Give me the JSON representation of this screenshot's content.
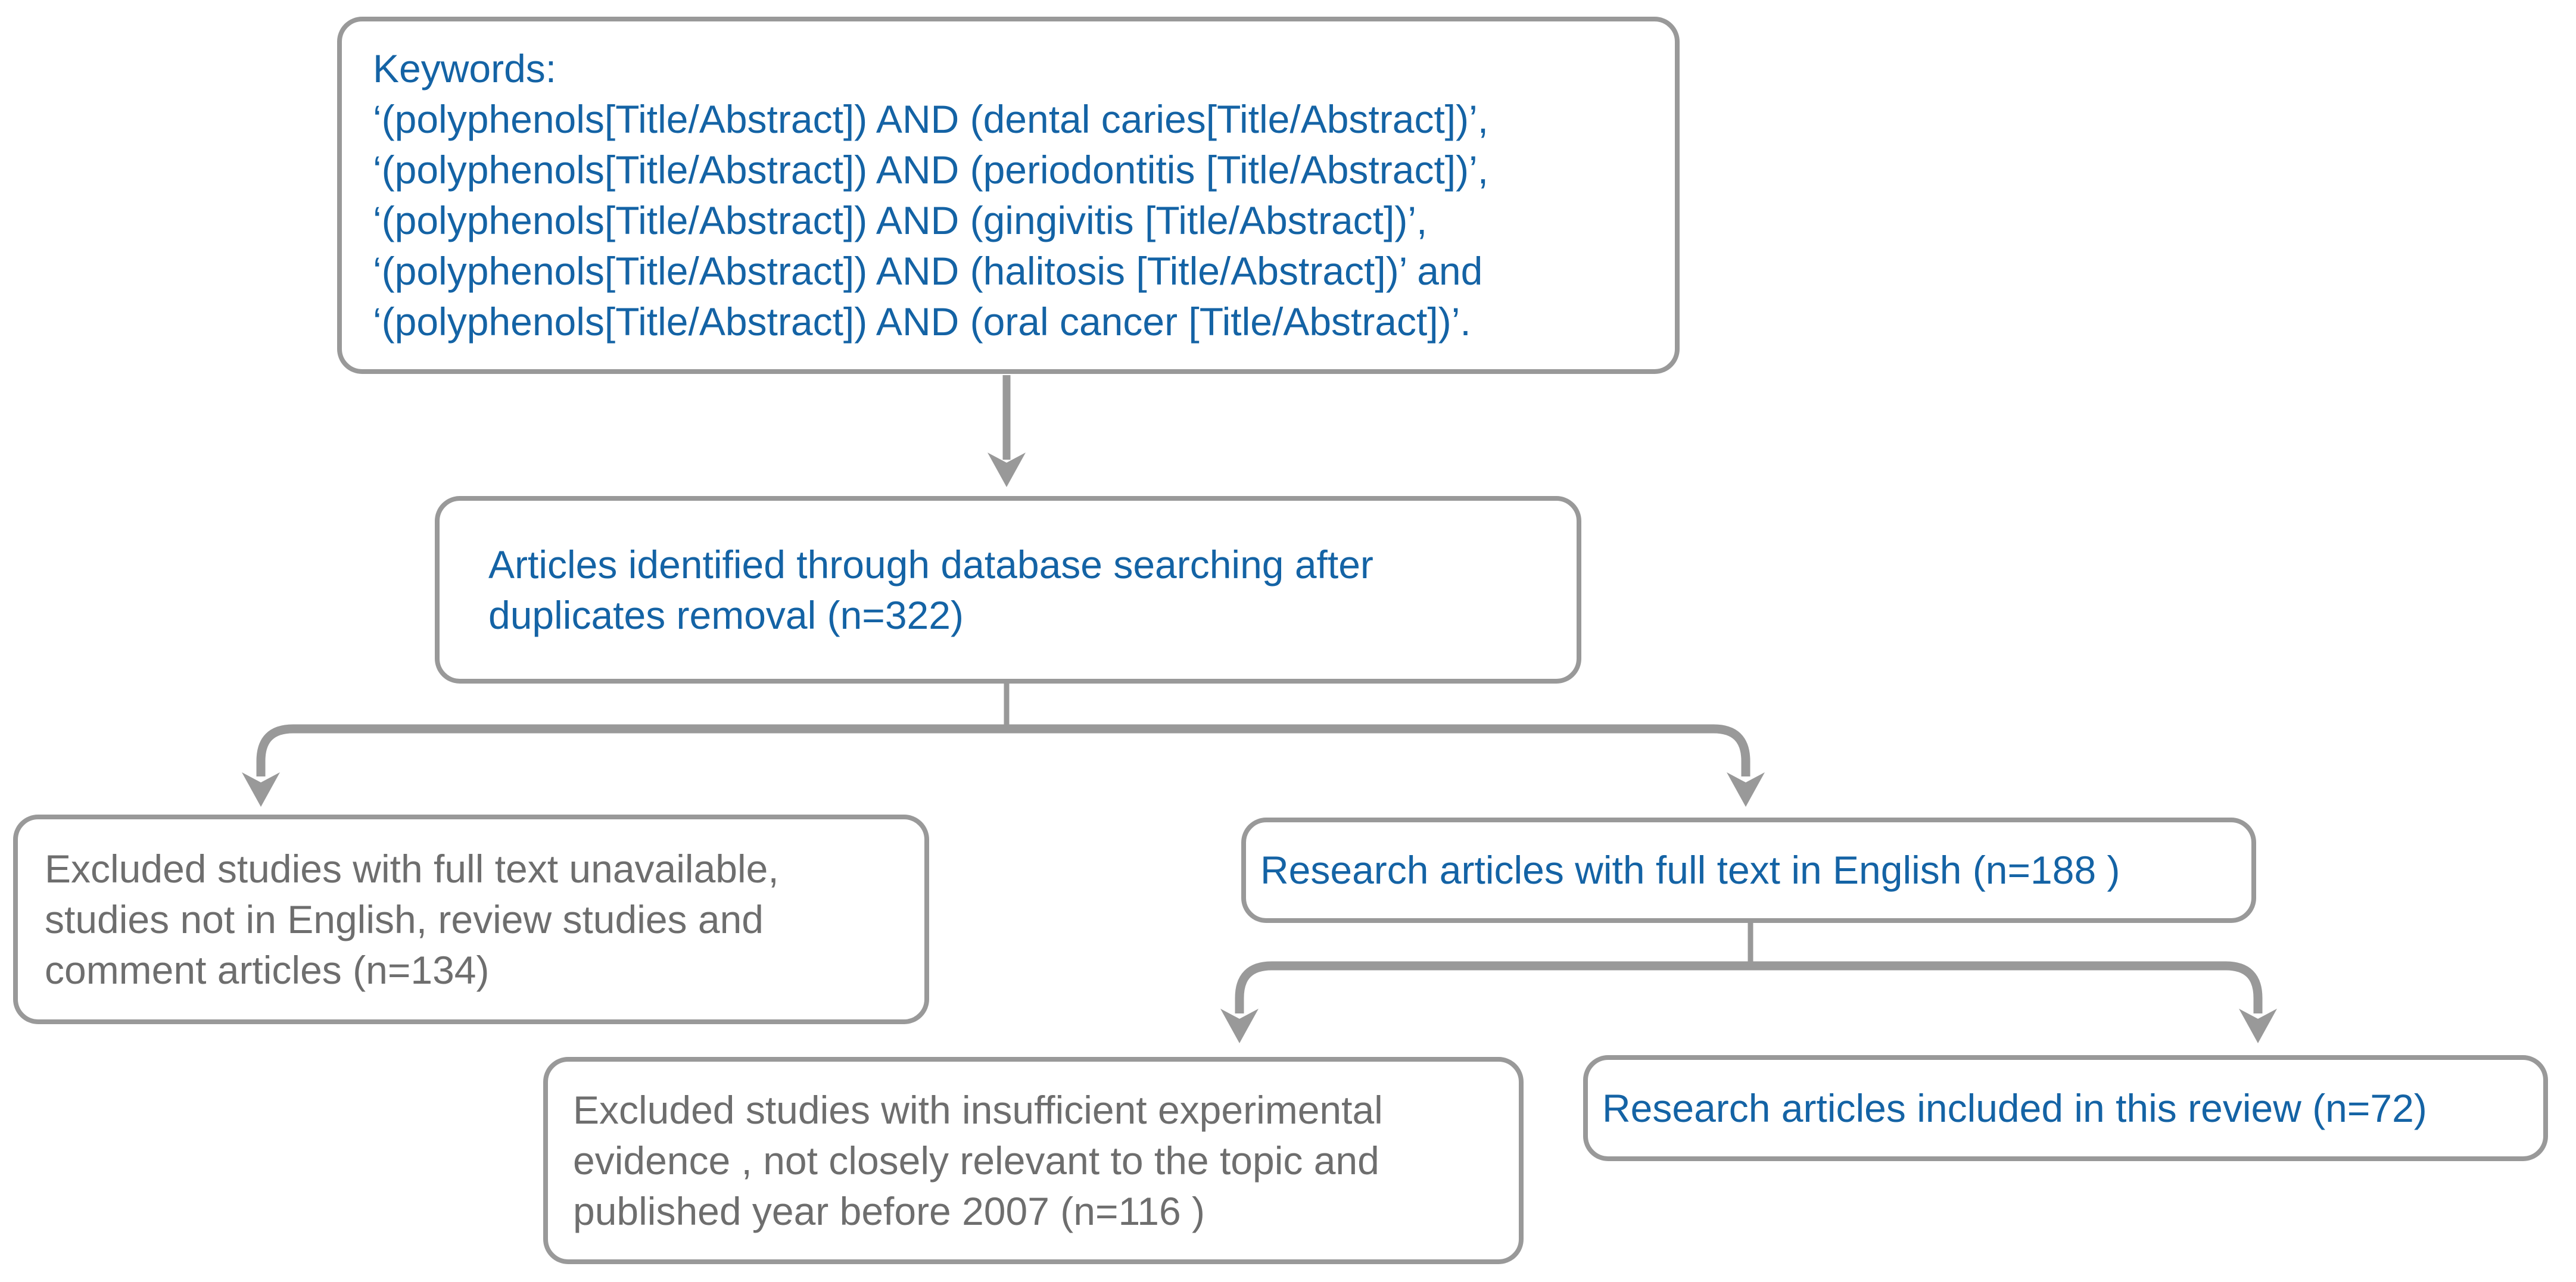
{
  "diagram": {
    "type": "flowchart",
    "colors": {
      "box_border": "#999999",
      "connector": "#999999",
      "emphasis_text": "#1463a5",
      "excluded_text": "#6e6e6e",
      "background": "#ffffff"
    },
    "boxes": {
      "keywords": {
        "lines": [
          "Keywords:",
          "‘(polyphenols[Title/Abstract]) AND (dental caries[Title/Abstract])’,",
          "‘(polyphenols[Title/Abstract]) AND (periodontitis [Title/Abstract])’,",
          "‘(polyphenols[Title/Abstract]) AND (gingivitis [Title/Abstract])’,",
          "‘(polyphenols[Title/Abstract]) AND (halitosis [Title/Abstract])’ and",
          "‘(polyphenols[Title/Abstract]) AND (oral cancer [Title/Abstract])’."
        ]
      },
      "identified": {
        "lines": [
          "Articles identified through database searching after",
          "duplicates removal (n=322)"
        ],
        "n": 322
      },
      "excluded_fulltext": {
        "lines": [
          "Excluded studies with full text unavailable,",
          "studies not in English, review studies and",
          "comment articles (n=134)"
        ],
        "n": 134
      },
      "fulltext_english": {
        "text": "Research articles with full text in English (n=188 )",
        "n": 188
      },
      "excluded_evidence": {
        "lines": [
          "Excluded studies with insufficient experimental",
          "evidence , not closely relevant to the topic and",
          "published year before 2007 (n=116 )"
        ],
        "n": 116
      },
      "included": {
        "text": "Research articles included in this review (n=72)",
        "n": 72
      }
    }
  }
}
